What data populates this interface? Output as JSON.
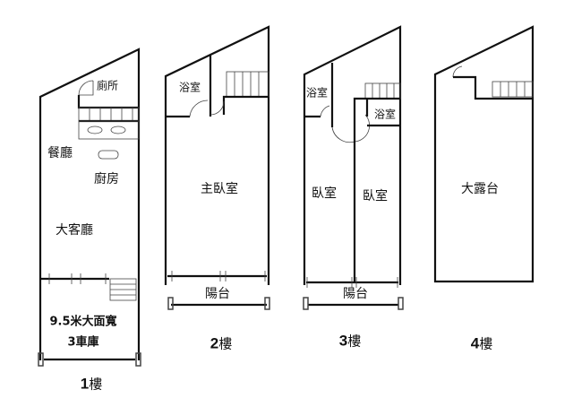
{
  "floors": [
    {
      "number": "1",
      "suffix": "樓",
      "rooms": {
        "toilet": "廁所",
        "dining": "餐廳",
        "kitchen": "廚房",
        "living": "大客廳",
        "frontage": "9.5米大面寬",
        "garage_num": "3",
        "garage": "車庫"
      }
    },
    {
      "number": "2",
      "suffix": "樓",
      "rooms": {
        "bath": "浴室",
        "master": "主臥室",
        "balcony": "陽台"
      }
    },
    {
      "number": "3",
      "suffix": "樓",
      "rooms": {
        "bath1": "浴室",
        "bath2": "浴室",
        "bed1": "臥室",
        "bed2": "臥室",
        "balcony": "陽台"
      }
    },
    {
      "number": "4",
      "suffix": "樓",
      "rooms": {
        "terrace": "大露台"
      }
    }
  ]
}
